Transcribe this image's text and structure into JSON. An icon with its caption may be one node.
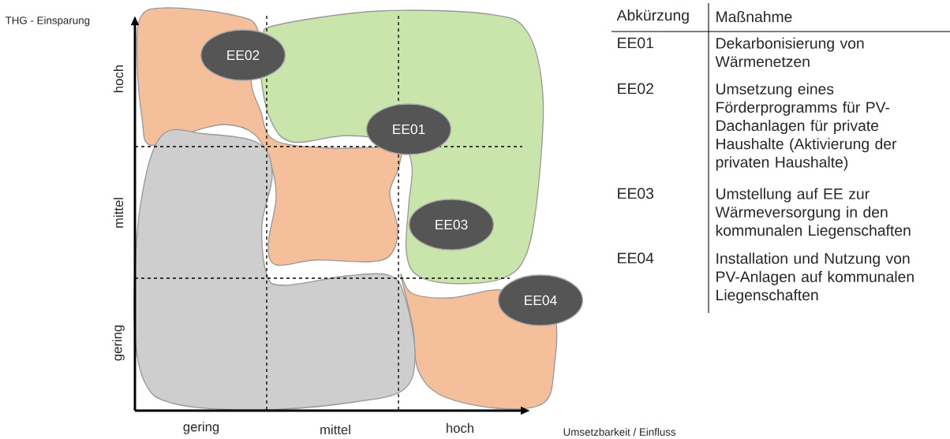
{
  "diagram": {
    "nodes": [
      {
        "text": [
          "EE02"
        ]
      },
      {
        "text": [
          "EE01"
        ]
      },
      {
        "text": [
          "EE03"
        ]
      },
      {
        "text": [
          "EE04"
        ]
      }
    ],
    "labels": [
      "THG - Einsparung",
      "hoch",
      "mittel",
      "gering",
      "gering",
      "mittel",
      "hoch",
      "Umsetzbarkeit / Einfluss",
      "Abkürzung",
      "Maßnahme",
      "EE01",
      "Dekarbonisierung von Wärmenetzen",
      "EE02",
      "Umsetzung eines Förderprogramms für PV-Dachanlagen für private Haushalte (Aktivierung der privaten Haushalte)",
      "EE03",
      "Umstellung auf EE zur Wärmeversorgung in den kommunalen Liegenschaften",
      "EE04",
      "Installation und Nutzung von PV-Anlagen auf kommunalen Liegenschaften"
    ]
  }
}
